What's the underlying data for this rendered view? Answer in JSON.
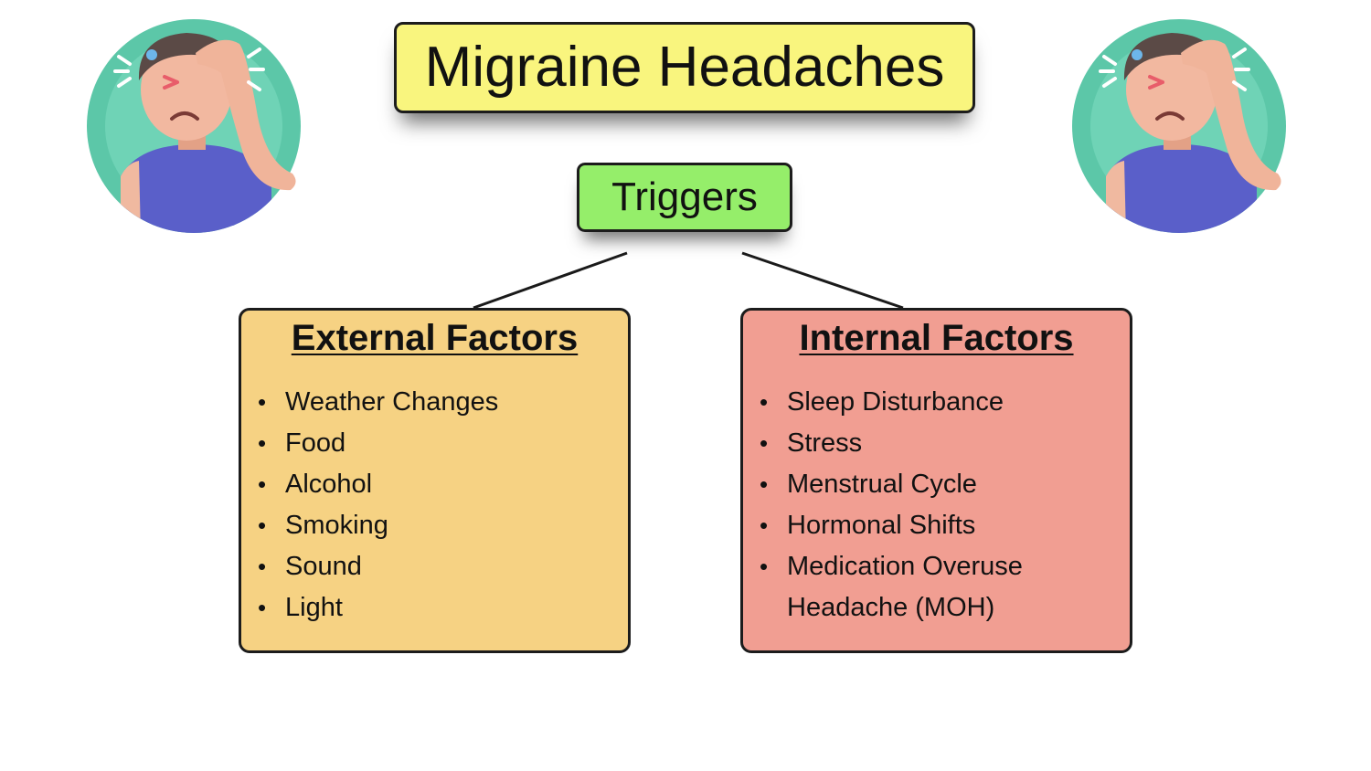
{
  "title": "Migraine Headaches",
  "triggers": "Triggers",
  "external": {
    "heading": "External Factors",
    "items": [
      "Weather Changes",
      "Food",
      "Alcohol",
      "Smoking",
      "Sound",
      "Light"
    ]
  },
  "internal": {
    "heading": "Internal Factors",
    "items": [
      "Sleep Disturbance",
      "Stress",
      "Menstrual Cycle",
      "Hormonal Shifts",
      "Medication Overuse",
      "Headache (MOH)"
    ]
  },
  "icons": [
    "headache-person-icon",
    "headache-person-icon"
  ],
  "colors": {
    "title_bg": "#f9f57e",
    "triggers_bg": "#95ee6a",
    "external_bg": "#f6d283",
    "internal_bg": "#f19e92",
    "avatar_circle": "#5cc7a8",
    "shirt": "#5a5fc9"
  }
}
